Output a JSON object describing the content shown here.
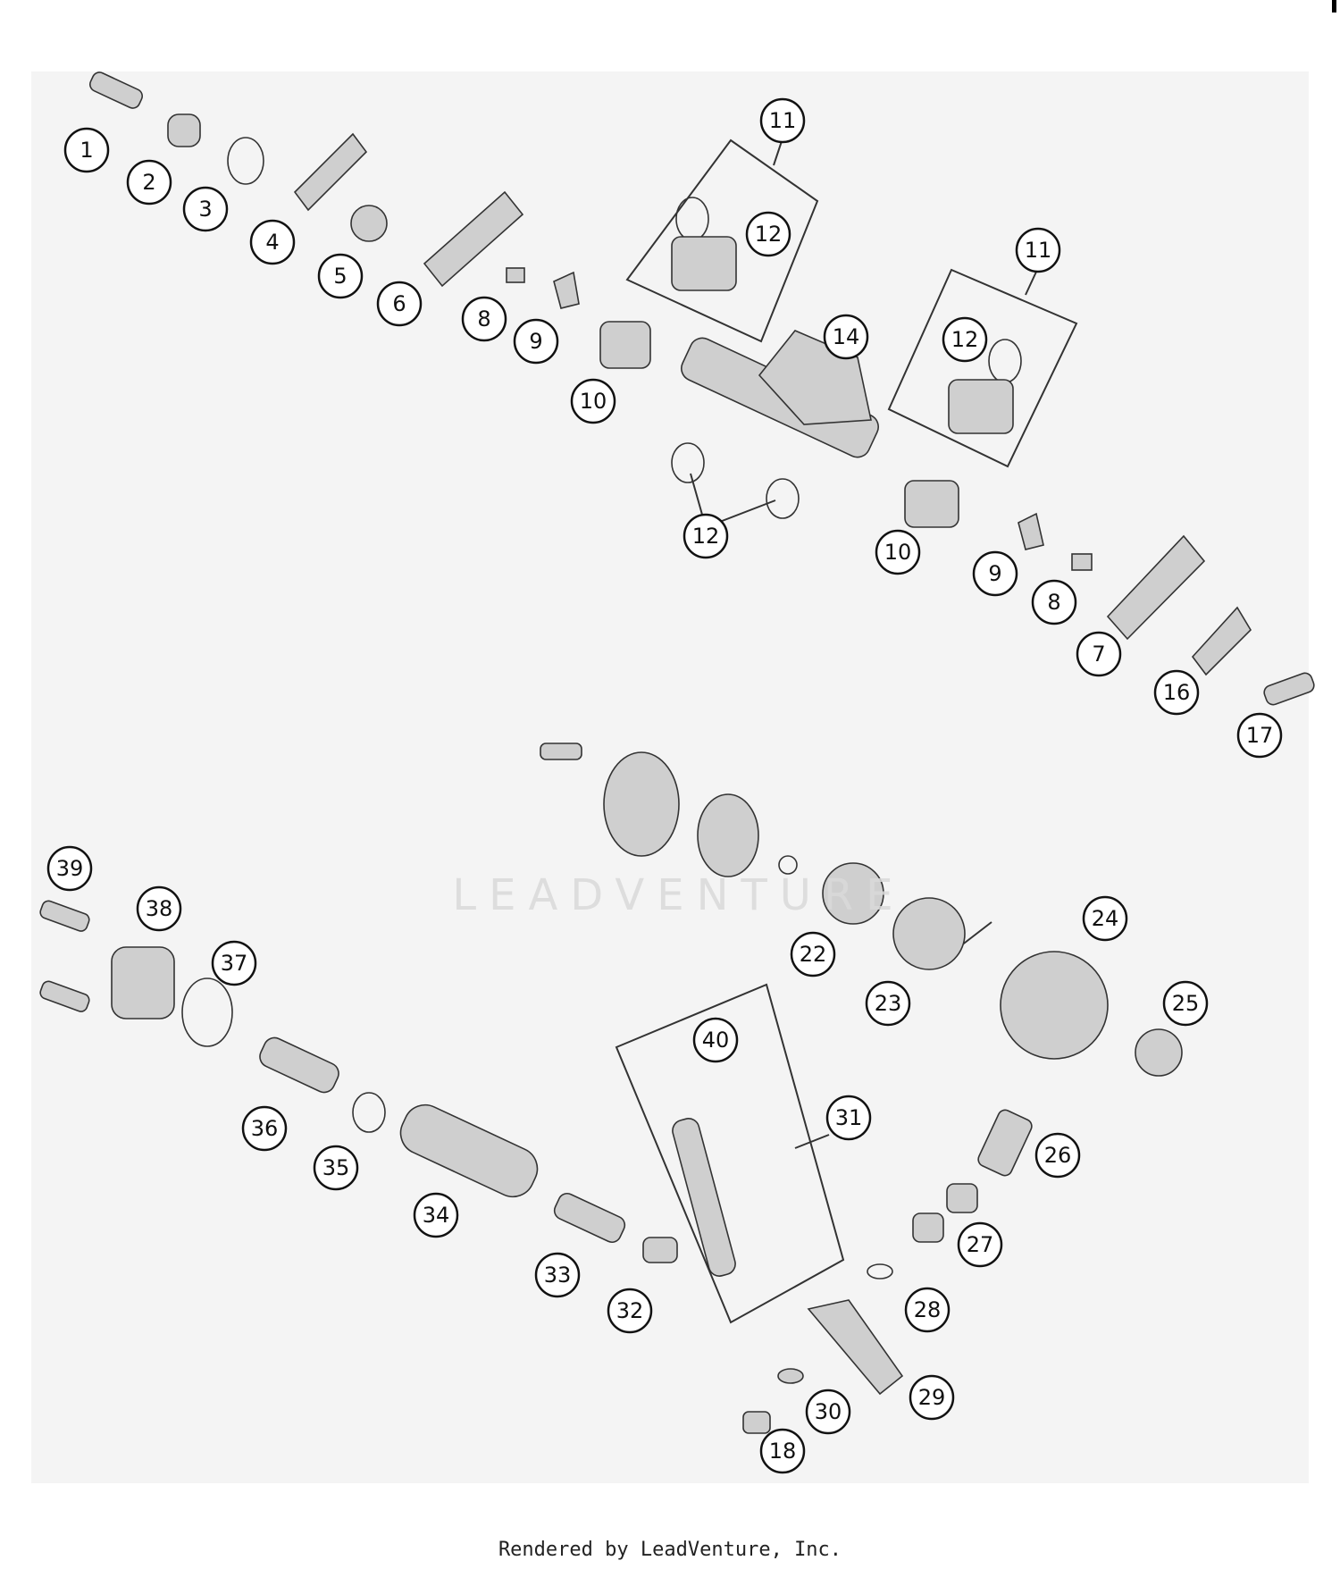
{
  "footer": "Rendered by LeadVenture, Inc.",
  "watermark": "LEADVENTURE",
  "callouts": [
    {
      "label": "1"
    },
    {
      "label": "2"
    },
    {
      "label": "3"
    },
    {
      "label": "4"
    },
    {
      "label": "5"
    },
    {
      "label": "6"
    },
    {
      "label": "8"
    },
    {
      "label": "9"
    },
    {
      "label": "10"
    },
    {
      "label": "11"
    },
    {
      "label": "12"
    },
    {
      "label": "14"
    },
    {
      "label": "11"
    },
    {
      "label": "12"
    },
    {
      "label": "12"
    },
    {
      "label": "10"
    },
    {
      "label": "9"
    },
    {
      "label": "8"
    },
    {
      "label": "7"
    },
    {
      "label": "16"
    },
    {
      "label": "17"
    },
    {
      "label": "39"
    },
    {
      "label": "38"
    },
    {
      "label": "37"
    },
    {
      "label": "36"
    },
    {
      "label": "35"
    },
    {
      "label": "34"
    },
    {
      "label": "33"
    },
    {
      "label": "32"
    },
    {
      "label": "40"
    },
    {
      "label": "31"
    },
    {
      "label": "22"
    },
    {
      "label": "23"
    },
    {
      "label": "24"
    },
    {
      "label": "25"
    },
    {
      "label": "26"
    },
    {
      "label": "27"
    },
    {
      "label": "28"
    },
    {
      "label": "29"
    },
    {
      "label": "30"
    },
    {
      "label": "18"
    }
  ],
  "colors": {
    "panel": "#f4f4f4",
    "stroke": "#333333",
    "part": "#cfcfcf",
    "callout_fill": "#ffffff"
  }
}
